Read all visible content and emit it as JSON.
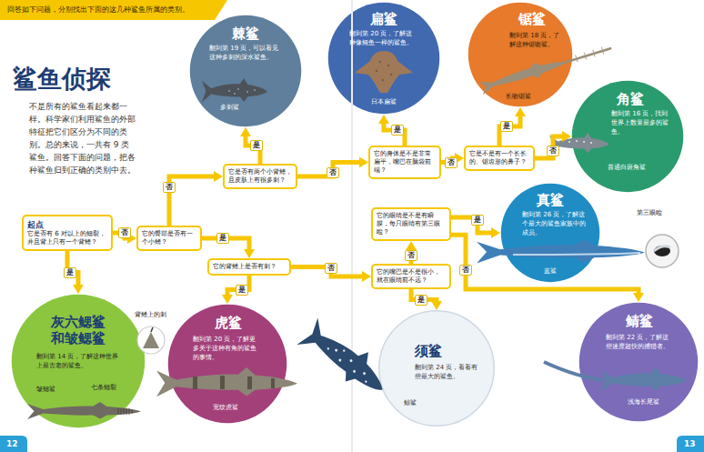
{
  "diagram": {
    "title": "鲨鱼侦探",
    "nodes": [
      {
        "text": [
          "回答如下问题，分别找出下面的这几种鲨鱼所属的类别。"
        ]
      },
      {
        "text": [
          "起点",
          "它是否有 6 对以上的鳃裂，并且背上只有一个背鳍？"
        ]
      },
      {
        "text": [
          "它的臀部是否有一个小鳍？"
        ]
      },
      {
        "text": [
          "它的背鳍上是否有刺？"
        ]
      },
      {
        "text": [
          "它是否有两个小背鳍，且皮肤上有很多刺？"
        ]
      },
      {
        "text": [
          "它的身体是不是非常扁平，嘴巴在脑袋前端？"
        ]
      },
      {
        "text": [
          "它是不是有一个长长的、锯齿形的鼻子？"
        ]
      },
      {
        "text": [
          "它的眼睛是不是有瞬膜，每只眼睛有第三眼睑？"
        ]
      },
      {
        "text": [
          "它的嘴巴是不是很小，就在眼睛前不远？"
        ]
      },
      {
        "text": [
          "棘鲨",
          "翻到第 19 页，可以看见这种多刺的深水鲨鱼。",
          "多刺鲨"
        ]
      },
      {
        "text": [
          "扁鲨",
          "翻到第 20 页，了解这种像鳐鱼一样的鲨鱼。",
          "日本扁鲨"
        ]
      },
      {
        "text": [
          "锯鲨",
          "翻到第 18 页，了解这种锯吻鲨。",
          "长吻锯鲨"
        ]
      },
      {
        "text": [
          "角鲨",
          "翻到第 16 页，找到世界上数量最多的鲨鱼。",
          "普通白斑角鲨"
        ]
      },
      {
        "text": [
          "真鲨",
          "翻到第 26 页，了解这个最大的鲨鱼家族中的成员。",
          "蓝鲨"
        ]
      },
      {
        "text": [
          "鲭鲨",
          "翻到第 22 页，了解这些速度超快的捕猎者。",
          "浅海长尾鲨"
        ]
      },
      {
        "text": [
          "须鲨",
          "翻到第 24 页，看看有些最大的鲨鱼。",
          "鲸鲨"
        ]
      },
      {
        "text": [
          "虎鲨",
          "翻到第 20 页，了解更多关于这种有角的鲨鱼的事情。",
          "宽纹虎鲨"
        ]
      },
      {
        "text": [
          "灰六鳃鲨和皱鳃鲨",
          "翻到第 14 页，了解这种世界上最古老的鲨鱼。",
          "皱鳃鲨"
        ]
      }
    ],
    "edges": [
      {
        "from": 1,
        "to": 17,
        "label": "是",
        "arrow": "to"
      },
      {
        "from": 1,
        "to": 2,
        "label": "否",
        "arrow": "to"
      },
      {
        "from": 2,
        "to": 4,
        "label": "否",
        "arrow": "to"
      },
      {
        "from": 2,
        "to": 3,
        "label": "是",
        "arrow": "to"
      },
      {
        "from": 4,
        "to": 9,
        "label": "是",
        "arrow": "to"
      },
      {
        "from": 4,
        "to": 5,
        "label": "否",
        "arrow": "to"
      },
      {
        "from": 5,
        "to": 10,
        "label": "是",
        "arrow": "to"
      },
      {
        "from": 5,
        "to": 6,
        "label": "否",
        "arrow": "to"
      },
      {
        "from": 6,
        "to": 11,
        "label": "是",
        "arrow": "to"
      },
      {
        "from": 6,
        "to": 12,
        "label": "否",
        "arrow": "to"
      },
      {
        "from": 3,
        "to": 16,
        "label": "是",
        "arrow": "to"
      },
      {
        "from": 3,
        "to": 8,
        "label": "否",
        "arrow": "to"
      },
      {
        "from": 8,
        "to": 15,
        "label": "是",
        "arrow": "to"
      },
      {
        "from": 8,
        "to": 7,
        "label": "否",
        "arrow": "to"
      },
      {
        "from": 7,
        "to": 13,
        "label": "是",
        "arrow": "to"
      },
      {
        "from": 7,
        "to": 14,
        "label": "否",
        "arrow": "to"
      }
    ],
    "labels": [
      "不是所有的鲨鱼看起来都一样。科学家们利用鲨鱼的外部特征把它们区分为不同的类别。总的来说，一共有 9 类鲨鱼。回答下面的问题，把各种鲨鱼归到正确的类别中去。",
      "背鳍上的刺",
      "七条鳃裂",
      "第三眼睑",
      "12",
      "13"
    ]
  }
}
